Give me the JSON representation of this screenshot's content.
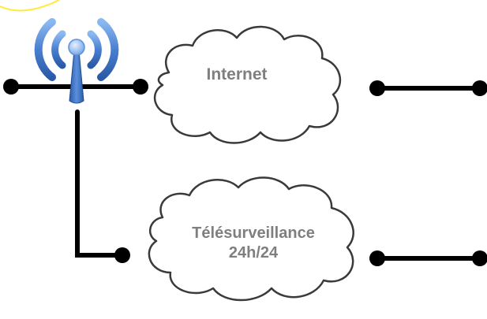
{
  "diagram": {
    "clouds": {
      "internet": {
        "label": "Internet"
      },
      "telesurveillance": {
        "label_line1": "Télésurveillance",
        "label_line2": "24h/24"
      }
    },
    "icons": {
      "antenna": "wireless-antenna-icon"
    },
    "colors": {
      "line": "#000000",
      "cloud_fill": "#ffffff",
      "cloud_stroke": "#3a3a3a",
      "cloud_text": "#7f7f7f",
      "antenna_dark": "#2b5ba8",
      "antenna_light": "#79a9e6",
      "highlight_arc": "#ffeb3b"
    }
  }
}
